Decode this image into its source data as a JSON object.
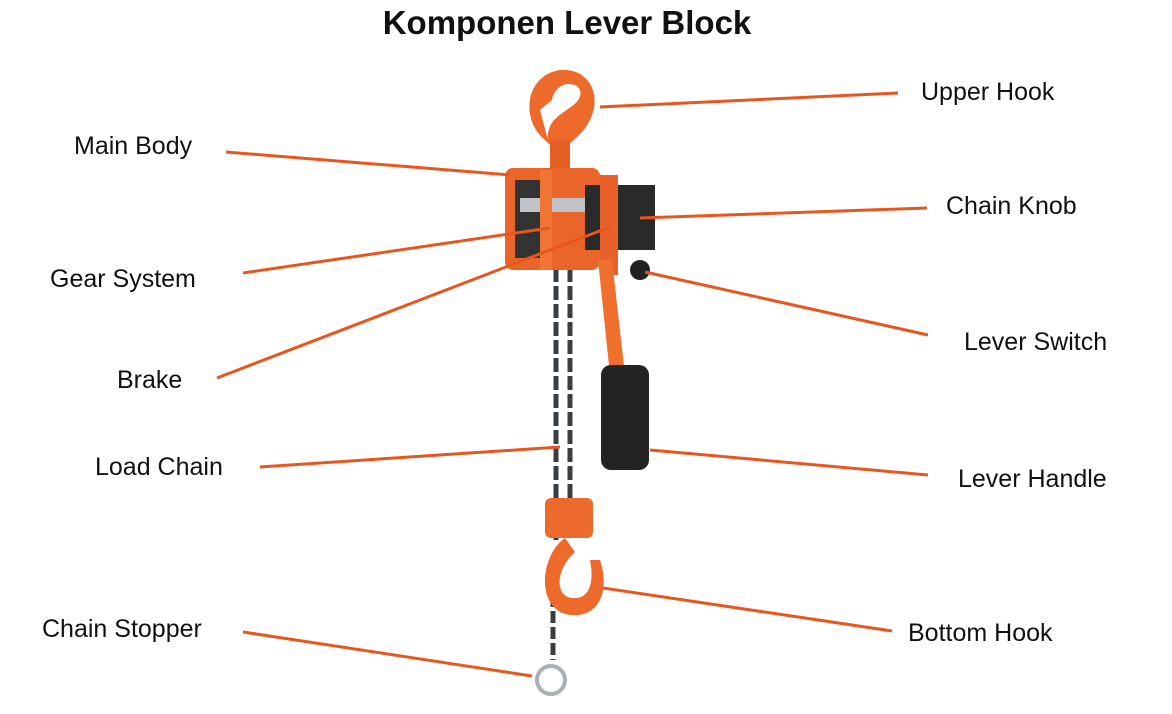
{
  "title": "Komponen Lever Block",
  "colors": {
    "leader": "#e8561f",
    "body": "#ec6a2c",
    "chain": "#3a3d42",
    "handle": "#222222"
  },
  "labels": {
    "upper_hook": "Upper Hook",
    "main_body": "Main Body",
    "chain_knob": "Chain Knob",
    "gear_system": "Gear System",
    "lever_switch": "Lever Switch",
    "brake": "Brake",
    "load_chain": "Load Chain",
    "lever_handle": "Lever Handle",
    "bottom_hook": "Bottom Hook",
    "chain_stopper": "Chain Stopper"
  }
}
